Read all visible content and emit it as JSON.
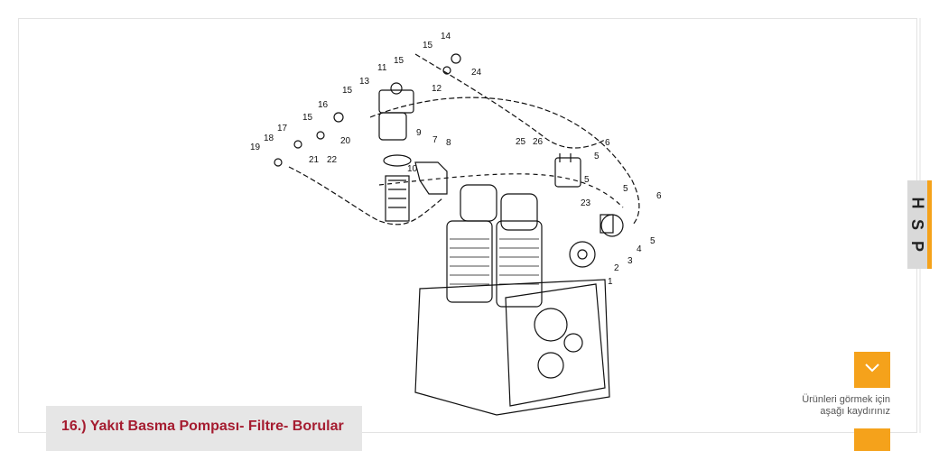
{
  "diagram": {
    "part_numbers": [
      "14",
      "15",
      "24",
      "11",
      "15",
      "12",
      "13",
      "15",
      "16",
      "15",
      "17",
      "20",
      "18",
      "19",
      "21",
      "22",
      "9",
      "7",
      "8",
      "10",
      "25",
      "26",
      "6",
      "5",
      "5",
      "23",
      "5",
      "6",
      "4",
      "5",
      "3",
      "2",
      "1"
    ]
  },
  "caption": {
    "title": "16.) Yakıt Basma Pompası- Filtre- Borular"
  },
  "scroll_hint": {
    "line1": "Ürünleri görmek için",
    "line2": "aşağı kaydırınız"
  },
  "side_tab": {
    "letters": [
      "H",
      "S",
      "P"
    ]
  },
  "icons": {
    "scroll": "chevron-down-icon"
  },
  "colors": {
    "accent": "#f5a21b",
    "caption_text": "#a51c30",
    "caption_bg": "#e6e6e6"
  }
}
